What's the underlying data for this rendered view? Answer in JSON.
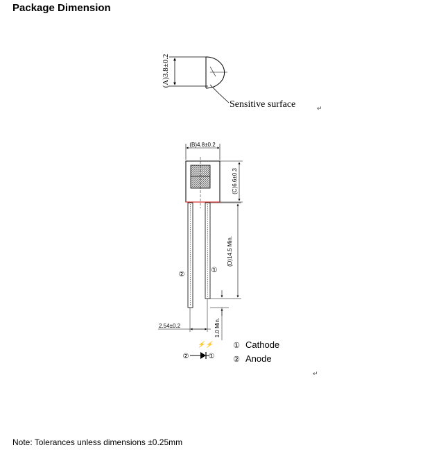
{
  "heading": "Package Dimension",
  "note": "Note: Tolerances unless dimensions ±0.25mm",
  "labels": {
    "dim_a": "(A)3.8±0.2",
    "sensitive_surface": "Sensitive surface",
    "dim_b": "(B)4.8±0.2",
    "dim_c": "(C)6.6±0.3",
    "dim_d": "(D)14.5 Min.",
    "pitch": "2.54±0.2",
    "min_length": "1.0 Min.",
    "pin_num_1": "①",
    "pin_num_2": "②",
    "legend_cathode_num": "①",
    "legend_cathode": "Cathode",
    "legend_anode_num": "②",
    "legend_anode": "Anode",
    "light_arrows": "⚡⚡",
    "return_mark": "↵"
  }
}
